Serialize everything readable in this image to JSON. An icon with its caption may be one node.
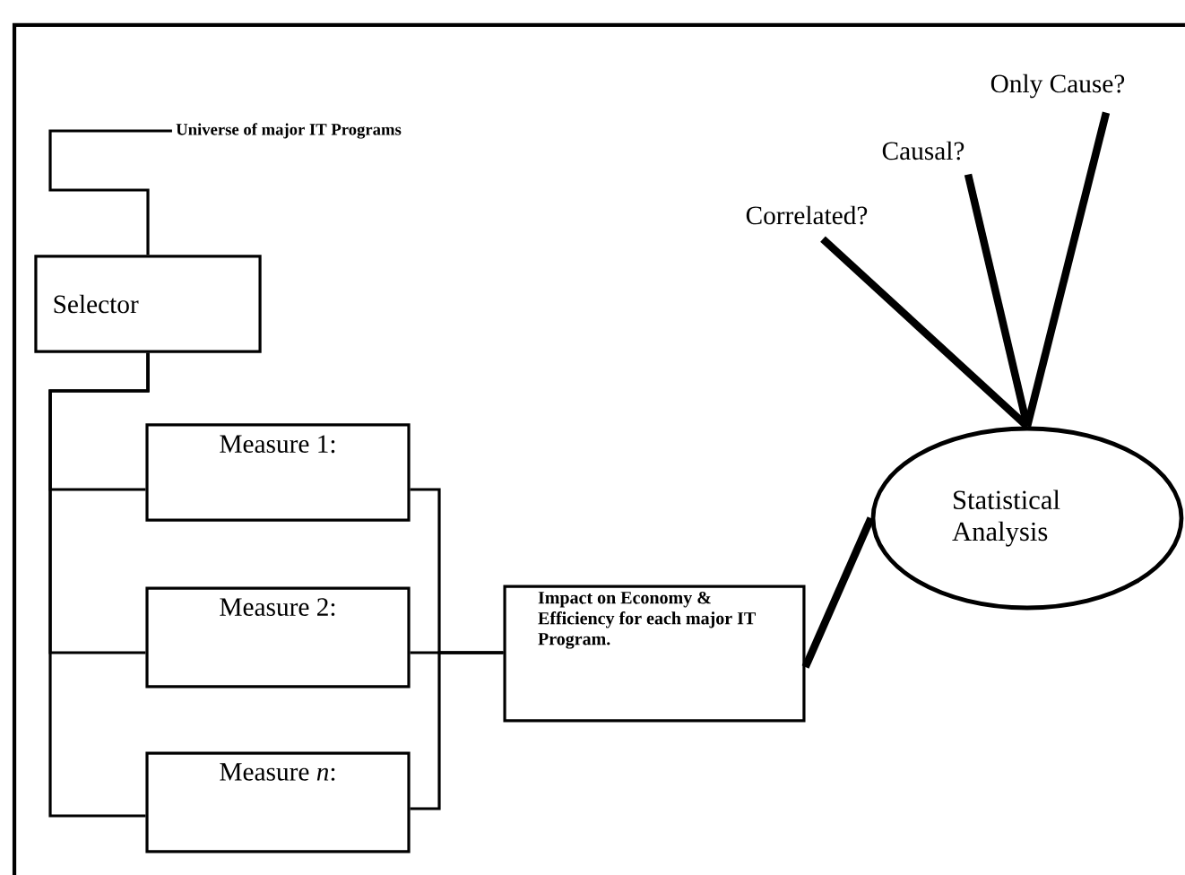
{
  "diagram": {
    "nodes": [
      {
        "text": [
          "Universe of major IT Programs"
        ]
      },
      {
        "text": [
          "Selector"
        ]
      },
      {
        "text": [
          "Measure 1:"
        ]
      },
      {
        "text": [
          "Measure 2:"
        ]
      },
      {
        "text": [
          "Measure *n*:"
        ]
      },
      {
        "text": [
          "Impact on Economy & Efficiency for each major IT Program."
        ]
      },
      {
        "text": [
          "Statistical Analysis"
        ]
      },
      {
        "text": [
          "Correlated?"
        ]
      },
      {
        "text": [
          "Causal?"
        ]
      },
      {
        "text": [
          "Only Cause?"
        ]
      }
    ],
    "edges": [
      {
        "from": 0,
        "to": 1,
        "arrow": "none"
      },
      {
        "from": 1,
        "to": 2,
        "arrow": "none"
      },
      {
        "from": 1,
        "to": 3,
        "arrow": "none"
      },
      {
        "from": 1,
        "to": 4,
        "arrow": "none"
      },
      {
        "from": 2,
        "to": 5,
        "arrow": "none"
      },
      {
        "from": 3,
        "to": 5,
        "arrow": "none"
      },
      {
        "from": 4,
        "to": 5,
        "arrow": "none"
      },
      {
        "from": 5,
        "to": 6,
        "arrow": "none",
        "style": "thick"
      },
      {
        "from": 7,
        "to": 6,
        "arrow": "none",
        "style": "thick"
      },
      {
        "from": 8,
        "to": 6,
        "arrow": "none",
        "style": "thick"
      },
      {
        "from": 9,
        "to": 6,
        "arrow": "none",
        "style": "thick"
      }
    ]
  }
}
